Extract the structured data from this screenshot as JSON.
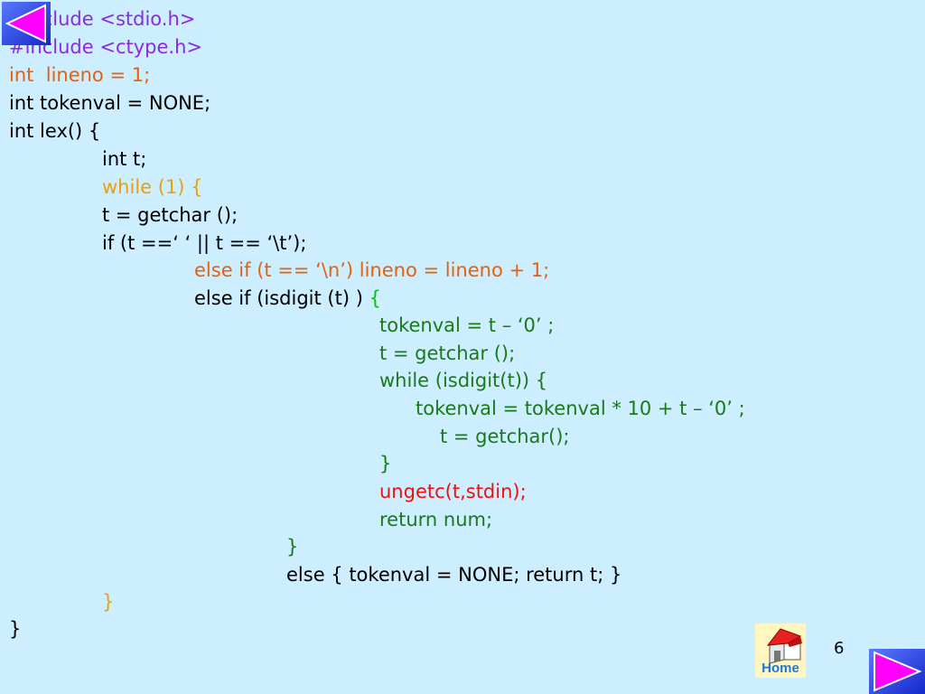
{
  "code_lines": [
    {
      "text": "#include <stdio.h>",
      "color": "#8a2be2"
    },
    {
      "text": "#include <ctype.h>",
      "color": "#8a2be2"
    },
    {
      "text": "int  lineno = 1;",
      "color": "#e8610a"
    },
    {
      "text": "int tokenval = NONE;",
      "color": "#000000"
    },
    {
      "text": "int lex() {",
      "color": "#000000"
    },
    {
      "text": "int t;",
      "color": "#000000"
    },
    {
      "text": "while (1) {",
      "color": "#e8a010"
    },
    {
      "text": "t = getchar ();",
      "color": "#000000"
    },
    {
      "text": "if (t ==‘ ‘ || t == ‘\\t’);",
      "color": "#000000"
    },
    {
      "text": "else if (t == ‘\\n’) lineno = lineno + 1;",
      "color": "#e8610a"
    },
    {
      "text": "else if (isdigit (t) ) ",
      "brace": "{",
      "color": "#000000",
      "brace_color": "#00c800"
    },
    {
      "text": "tokenval = t – ‘0’ ;",
      "color": "#1a7a1a"
    },
    {
      "text": "t = getchar ();",
      "color": "#1a7a1a"
    },
    {
      "text": "while (isdigit(t)) {",
      "color": "#1a7a1a"
    },
    {
      "text": "tokenval = tokenval * 10 + t – ‘0’ ;",
      "color": "#1a7a1a"
    },
    {
      "text": "t = getchar();",
      "color": "#1a7a1a"
    },
    {
      "text": "}",
      "color": "#1a7a1a"
    },
    {
      "text": "ungetc(t,stdin);",
      "color": "#ee1111"
    },
    {
      "text": "return num;",
      "color": "#1a7a1a"
    },
    {
      "text": "}",
      "color": "#1a7a1a"
    },
    {
      "text": "else { tokenval = NONE; return t; }",
      "color": "#000000"
    },
    {
      "text": "}",
      "color": "#e8a010"
    },
    {
      "text": "}",
      "color": "#000000"
    }
  ],
  "navigation": {
    "home_label": "Home",
    "page_number": "6",
    "prev_icon": "back-arrow-icon",
    "next_icon": "forward-arrow-icon",
    "home_icon": "house-icon"
  },
  "colors": {
    "background": "#cceeff",
    "arrow_fill": "#ff00ff",
    "arrow_bg": "#1e3cdc"
  }
}
